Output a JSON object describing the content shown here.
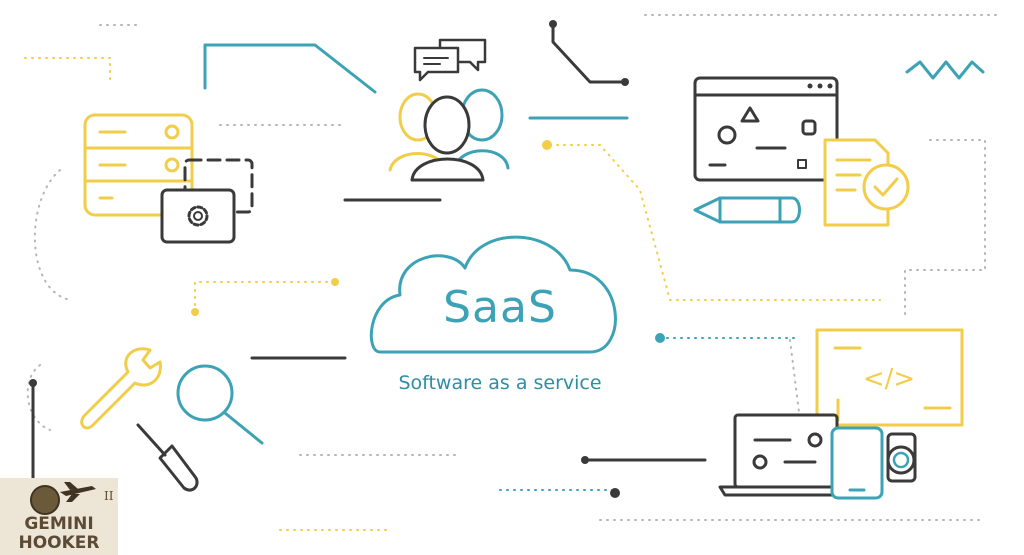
{
  "diagram": {
    "title": "SaaS",
    "subtitle": "Software as a service",
    "code_tag": "</>"
  },
  "logo": {
    "line1": "GEMINI",
    "line2": "HOOKER",
    "mark": "II"
  },
  "colors": {
    "teal": "#3ca3b6",
    "yellow": "#f2cd4a",
    "dark": "#3a3a3a",
    "gray": "#9a9a9a",
    "logo_bg": "#ede6d7",
    "logo_text": "#5c4a34"
  }
}
